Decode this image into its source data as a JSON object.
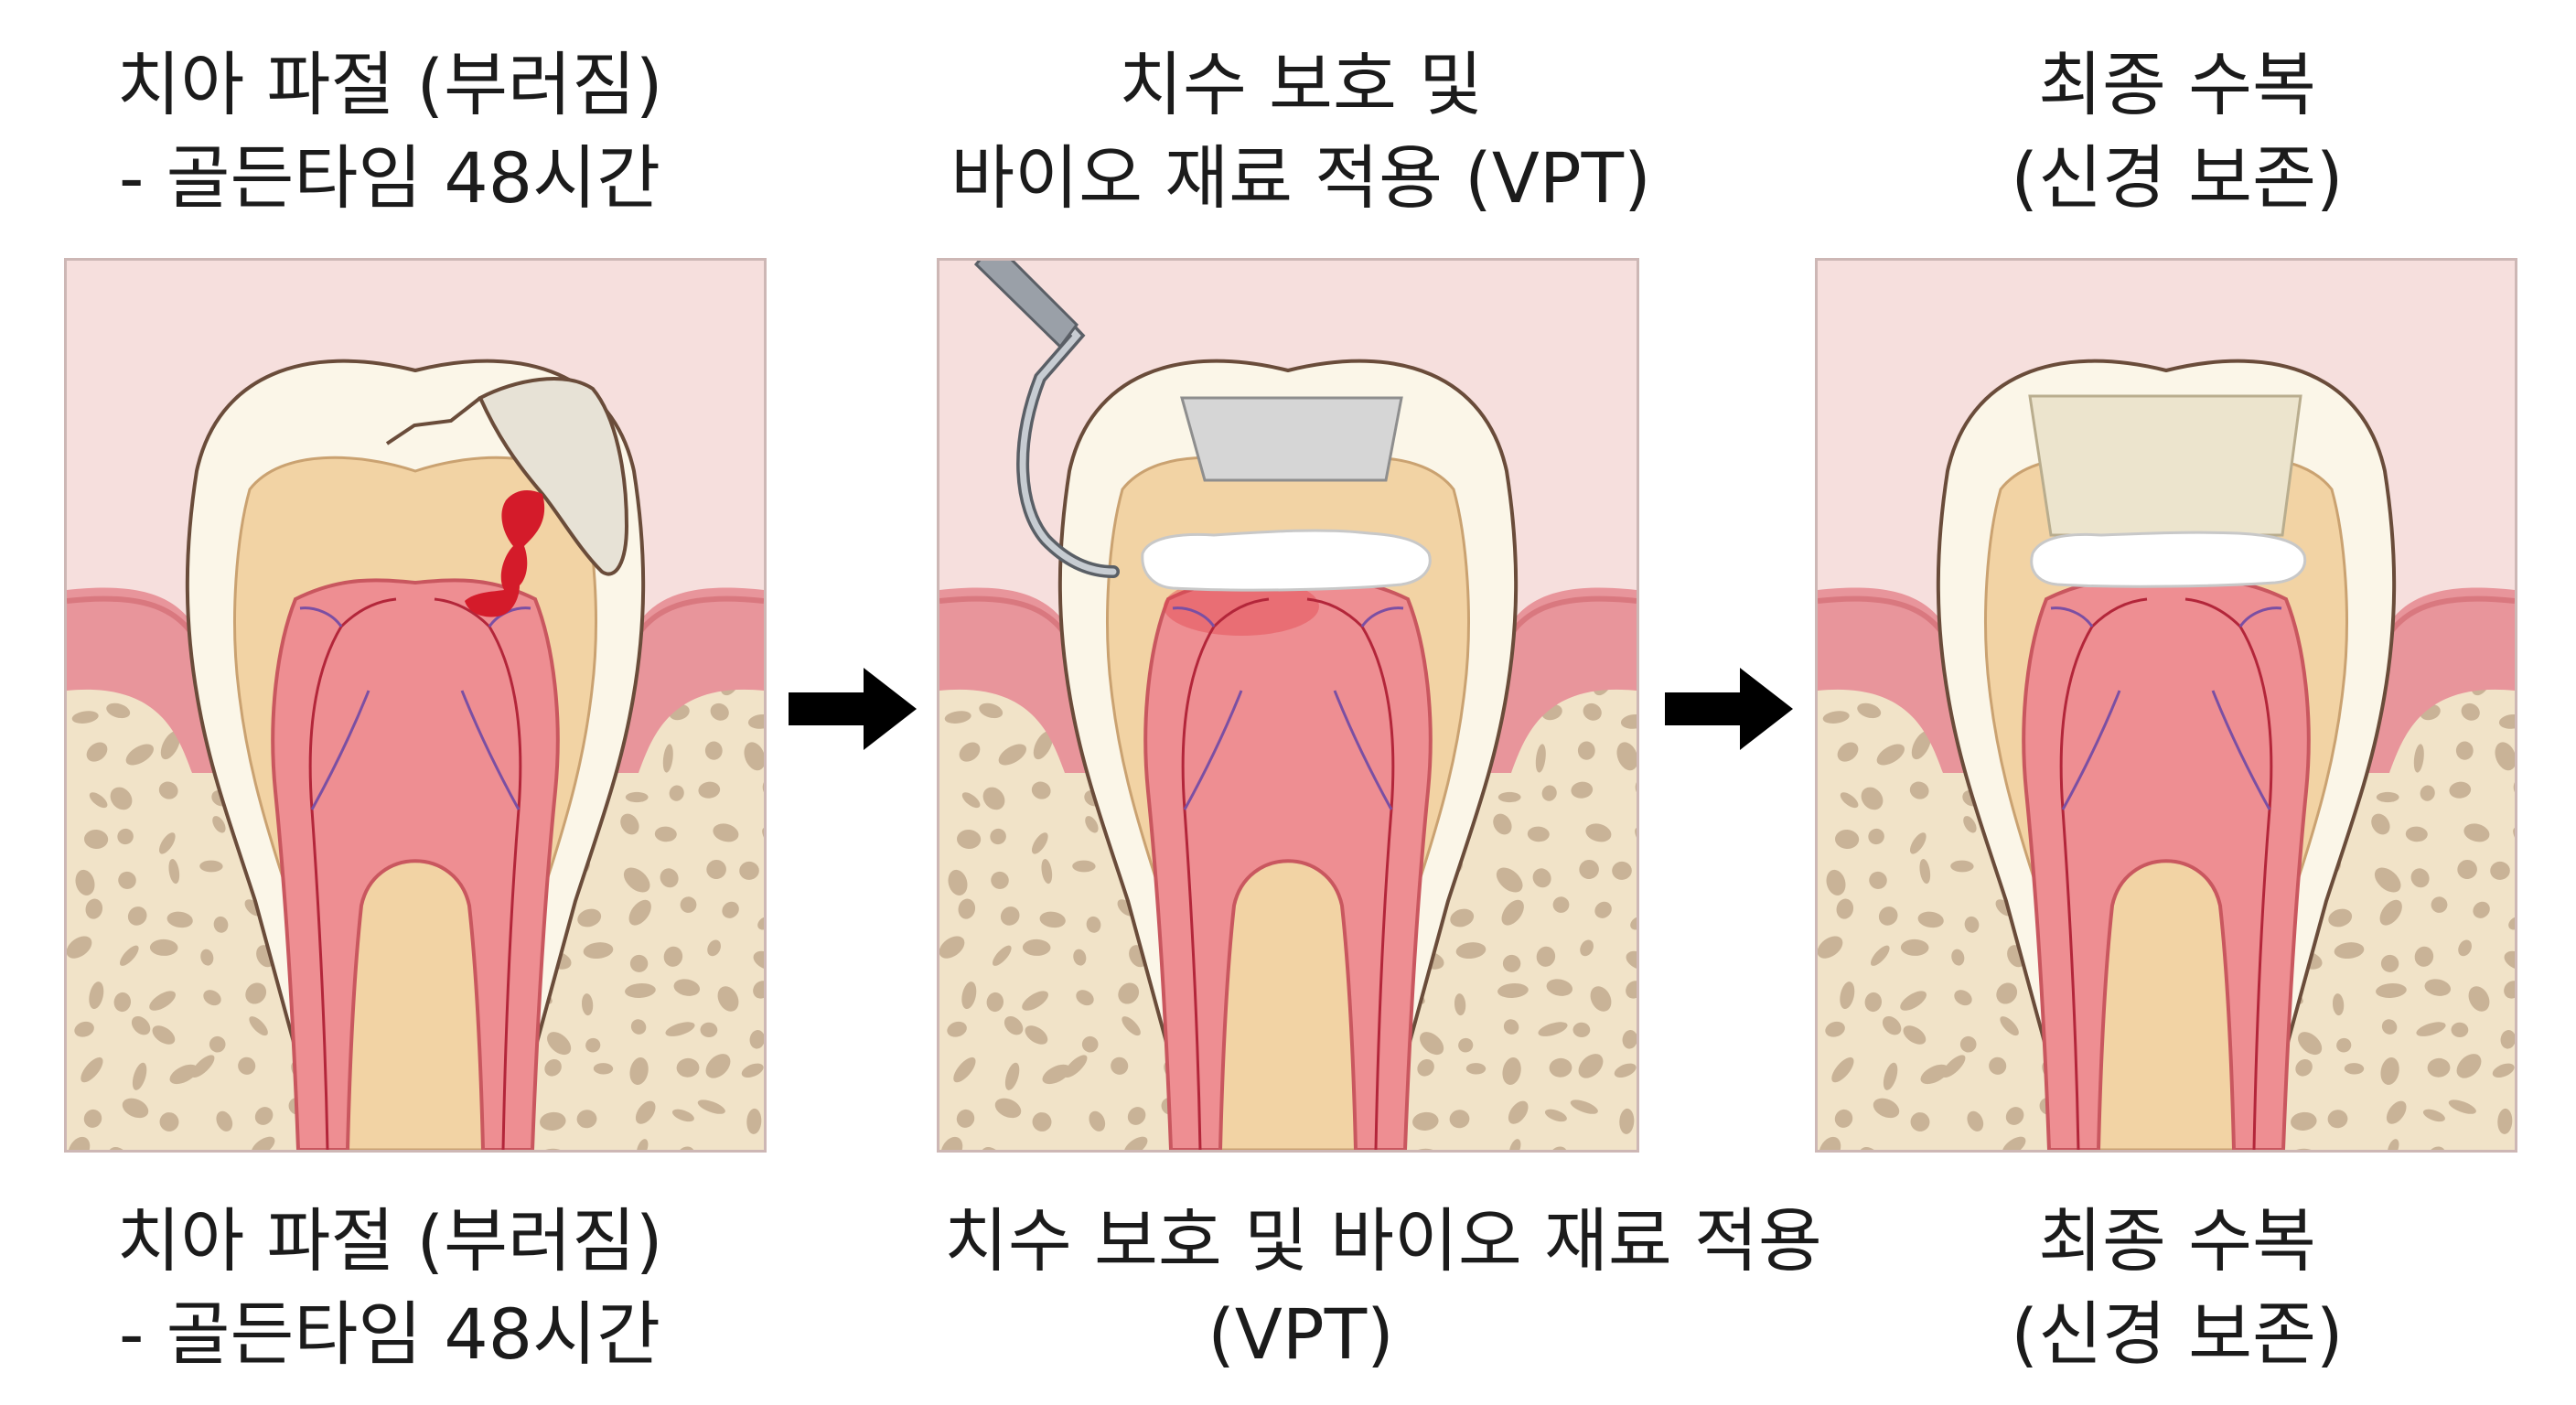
{
  "steps": [
    {
      "title": [
        "치아 파절 (부러짐)",
        "- 골든타임 48시간"
      ],
      "caption": [
        "치아 파절 (부러짐)",
        "- 골든타임 48시간"
      ]
    },
    {
      "title": [
        "치수 보호 및",
        "바이오 재료 적용 (VPT)"
      ],
      "caption": [
        "치수 보호 및 바이오 재료 적용",
        "(VPT)"
      ]
    },
    {
      "title": [
        "최종 수복",
        "(신경 보존)"
      ],
      "caption": [
        "최종 수복",
        "(신경 보존)"
      ]
    }
  ],
  "colors": {
    "background": "#f6dfdd",
    "bone": "#f1e3c8",
    "bone_holes": "#c9b397",
    "gum": "#e8959b",
    "enamel": "#fbf6e8",
    "dentin": "#f2d3a4",
    "pulp": "#ee8e92",
    "bleeding": "#d41b2a",
    "bio_material": "#ffffff",
    "restoration": "#ece4cd",
    "arrow": "#000000"
  },
  "icons": [
    "arrow-right-icon",
    "dental-probe-icon"
  ]
}
